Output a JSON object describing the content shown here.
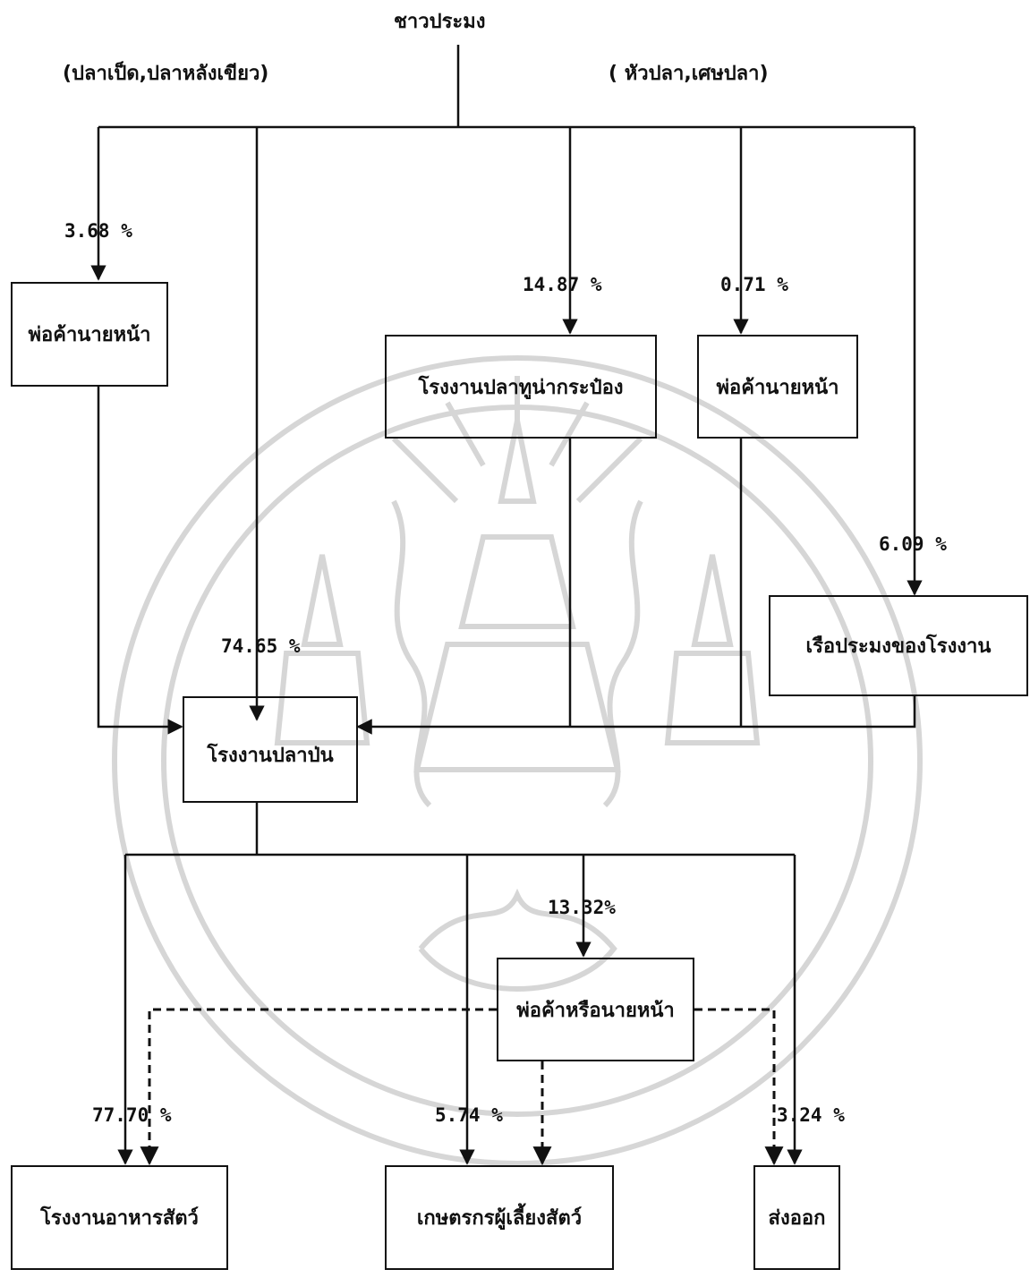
{
  "source": "ชาวประมง",
  "groups": {
    "left": "(ปลาเป็ด,ปลาหลังเขียว)",
    "right": "( หัวปลา,เศษปลา)"
  },
  "boxes": {
    "broker_left": "พ่อค้านายหน้า",
    "cannery": "โรงงานปลาทูน่ากระป๋อง",
    "broker_right": "พ่อค้านายหน้า",
    "factory_boat": "เรือประมงของโรงงาน",
    "fishmeal_plant": "โรงงานปลาป่น",
    "trader": "พ่อค้าหรือนายหน้า",
    "feed_mill": "โรงงานอาหารสัตว์",
    "livestock_farmer": "เกษตรกรผู้เลี้ยงสัตว์",
    "export": "ส่งออก"
  },
  "percents": {
    "to_broker_left": "3.68 %",
    "to_cannery": "14.87 %",
    "to_broker_right": "0.71 %",
    "to_factory_boat": "6.09 %",
    "to_fishmeal_direct": "74.65 %",
    "to_trader": "13.32%",
    "to_feed_mill": "77.70 %",
    "to_farmer": "5.74 %",
    "to_export": "3.24 %"
  },
  "watermark": {
    "description": "university emblem watermark",
    "color": "#c8c8c8"
  }
}
